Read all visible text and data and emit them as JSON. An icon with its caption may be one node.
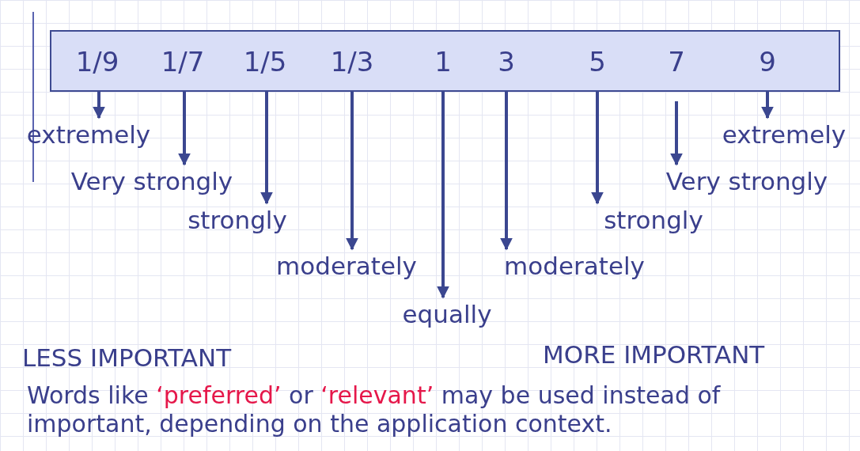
{
  "diagram": {
    "nodes": [
      {
        "text": [],
        "shape": "bar"
      },
      {
        "text": [
          "1/9"
        ],
        "in": 0
      },
      {
        "text": [
          "1/7"
        ],
        "in": 0
      },
      {
        "text": [
          "1/5"
        ],
        "in": 0
      },
      {
        "text": [
          "1/3"
        ],
        "in": 0
      },
      {
        "text": [
          "1"
        ],
        "in": 0
      },
      {
        "text": [
          "3"
        ],
        "in": 0
      },
      {
        "text": [
          "5"
        ],
        "in": 0
      },
      {
        "text": [
          "7"
        ],
        "in": 0
      },
      {
        "text": [
          "9"
        ],
        "in": 0
      },
      {
        "text": [
          "extremely"
        ]
      },
      {
        "text": [
          "Very strongly"
        ]
      },
      {
        "text": [
          "strongly"
        ]
      },
      {
        "text": [
          "moderately"
        ]
      },
      {
        "text": [
          "equally"
        ]
      },
      {
        "text": [
          "moderately"
        ]
      },
      {
        "text": [
          "strongly"
        ]
      },
      {
        "text": [
          "Very strongly"
        ]
      },
      {
        "text": [
          "extremely"
        ]
      }
    ],
    "edges": [
      {
        "from": 1,
        "to": 10,
        "arrow": "to"
      },
      {
        "from": 2,
        "to": 11,
        "arrow": "to"
      },
      {
        "from": 3,
        "to": 12,
        "arrow": "to"
      },
      {
        "from": 4,
        "to": 13,
        "arrow": "to"
      },
      {
        "from": 5,
        "to": 14,
        "arrow": "to"
      },
      {
        "from": 6,
        "to": 15,
        "arrow": "to"
      },
      {
        "from": 7,
        "to": 16,
        "arrow": "to"
      },
      {
        "from": 8,
        "to": 17,
        "arrow": "to"
      },
      {
        "from": 9,
        "to": 18,
        "arrow": "to"
      }
    ],
    "labels": [
      "LESS IMPORTANT",
      "MORE IMPORTANT",
      "Words like *‘preferred’* or *‘relevant’* may be used instead of important, depending on the application context."
    ]
  }
}
